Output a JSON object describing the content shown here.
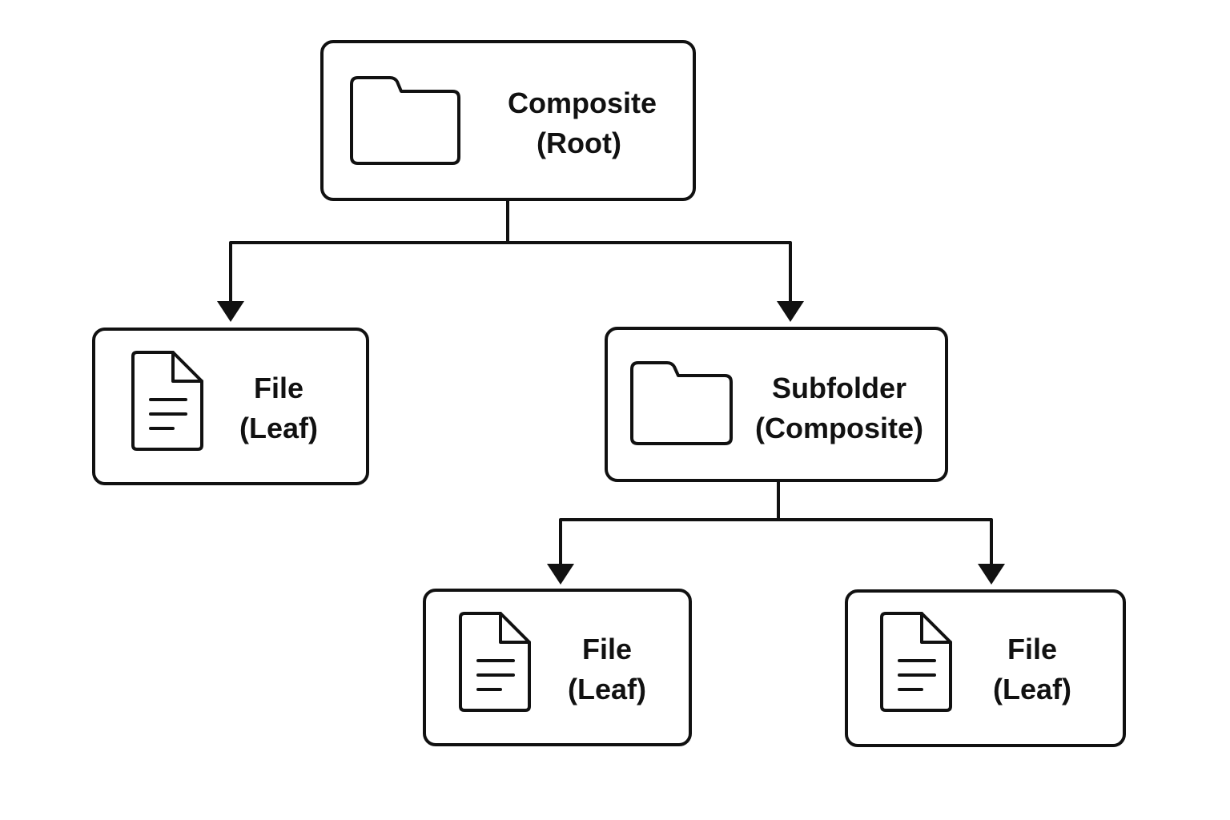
{
  "colors": {
    "stroke": "#111111",
    "background": "#ffffff"
  },
  "nodes": {
    "root": {
      "line1": "Composite",
      "line2": "(Root)",
      "icon": "folder-icon"
    },
    "file_left": {
      "line1": "File",
      "line2": "(Leaf)",
      "icon": "file-icon"
    },
    "subfolder": {
      "line1": "Subfolder",
      "line2": "(Composite)",
      "icon": "folder-icon"
    },
    "file_bottom_left": {
      "line1": "File",
      "line2": "(Leaf)",
      "icon": "file-icon"
    },
    "file_bottom_right": {
      "line1": "File",
      "line2": "(Leaf)",
      "icon": "file-icon"
    }
  },
  "edges": [
    {
      "from": "root",
      "to": "file_left"
    },
    {
      "from": "root",
      "to": "subfolder"
    },
    {
      "from": "subfolder",
      "to": "file_bottom_left"
    },
    {
      "from": "subfolder",
      "to": "file_bottom_right"
    }
  ]
}
